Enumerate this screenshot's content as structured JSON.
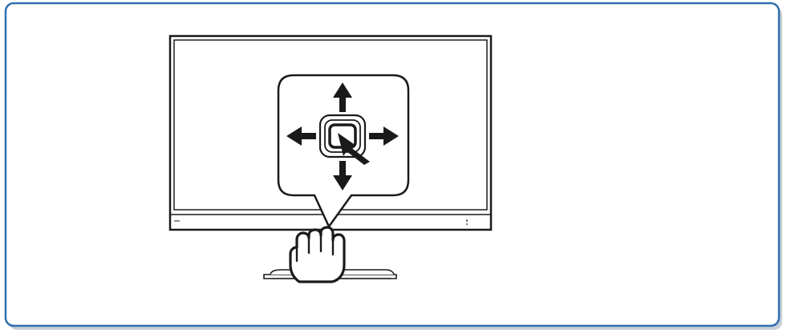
{
  "illustration": {
    "subject": "monitor-joystick-button",
    "icons": {
      "frame": "rounded-frame",
      "monitor": "monitor-icon",
      "stand": "stand-icon",
      "callout": "callout-bubble",
      "joystick": "joystick-icon",
      "arrows": [
        "arrow-up-icon",
        "arrow-down-icon",
        "arrow-left-icon",
        "arrow-right-icon"
      ],
      "pointer": "press-pointer-icon",
      "hand": "hand-icon",
      "power_indicator": "power-indicator-icon"
    },
    "colors": {
      "frame_border": "#2f6fae",
      "frame_shadow": "#9aa7b4",
      "line": "#1a1a1a",
      "fill": "#ffffff"
    }
  }
}
